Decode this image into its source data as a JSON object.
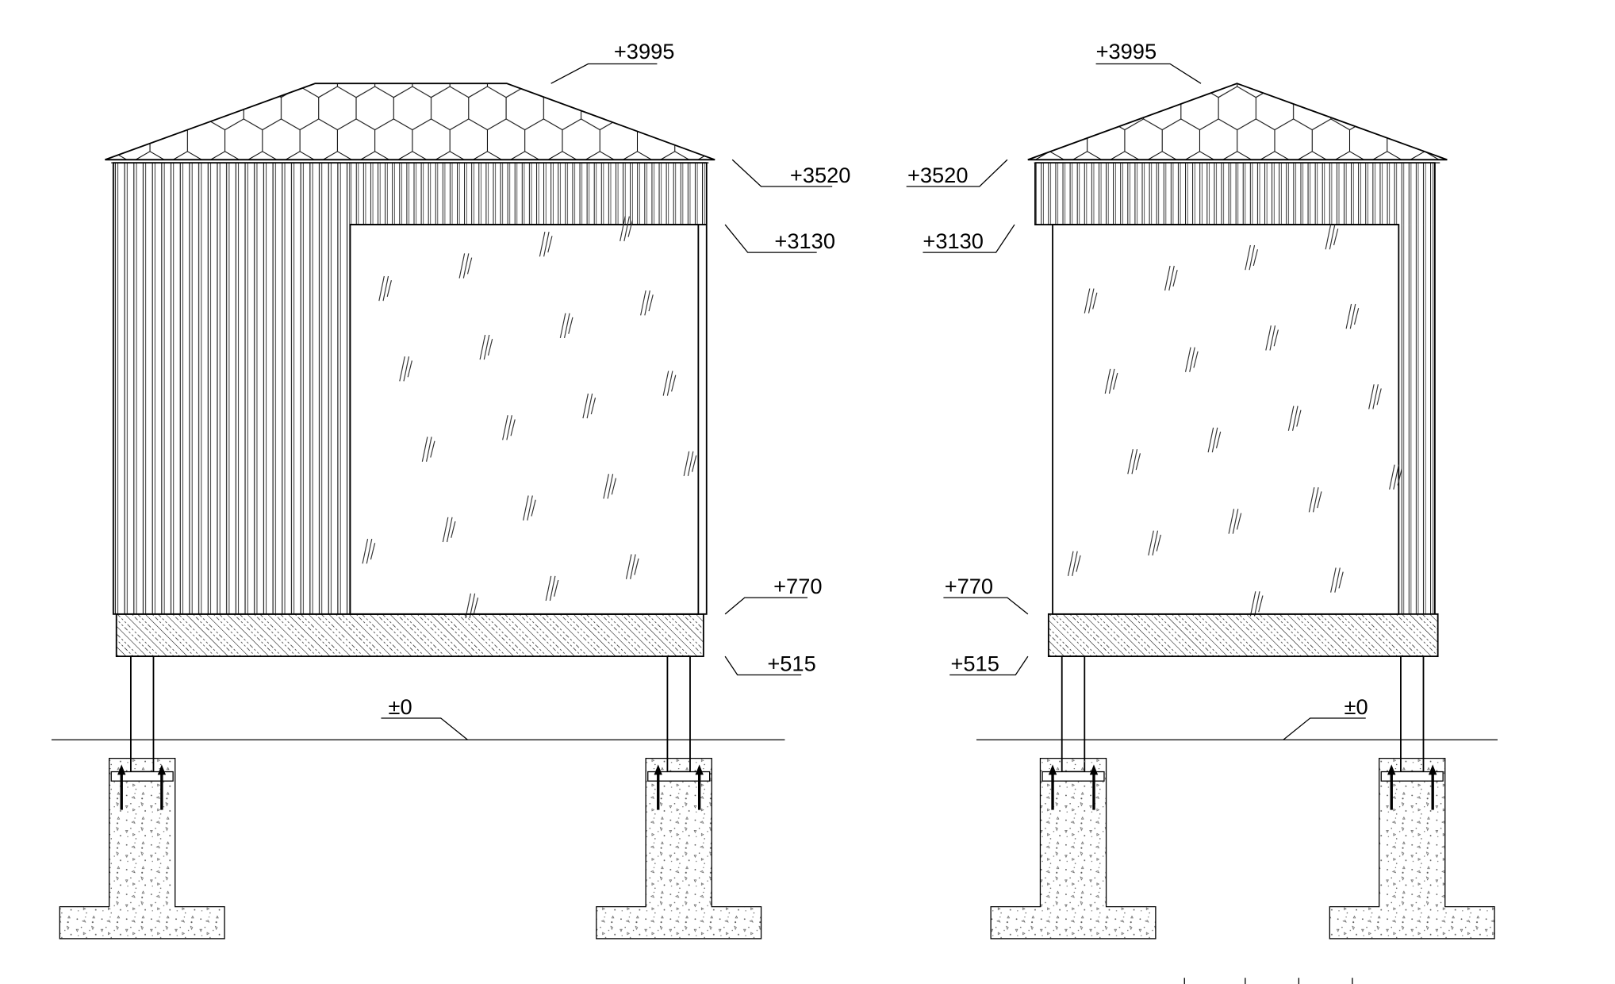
{
  "elevations": {
    "left": {
      "roof_top": "+3995",
      "eave": "+3520",
      "window_top": "+3130",
      "floor_top": "+770",
      "slab_bottom": "+515",
      "ground": "±0"
    },
    "right": {
      "roof_top": "+3995",
      "eave": "+3520",
      "window_top": "+3130",
      "floor_top": "+770",
      "slab_bottom": "+515",
      "ground": "±0"
    }
  },
  "colors": {
    "line": "#000000",
    "concrete_speckle": "#555555"
  }
}
